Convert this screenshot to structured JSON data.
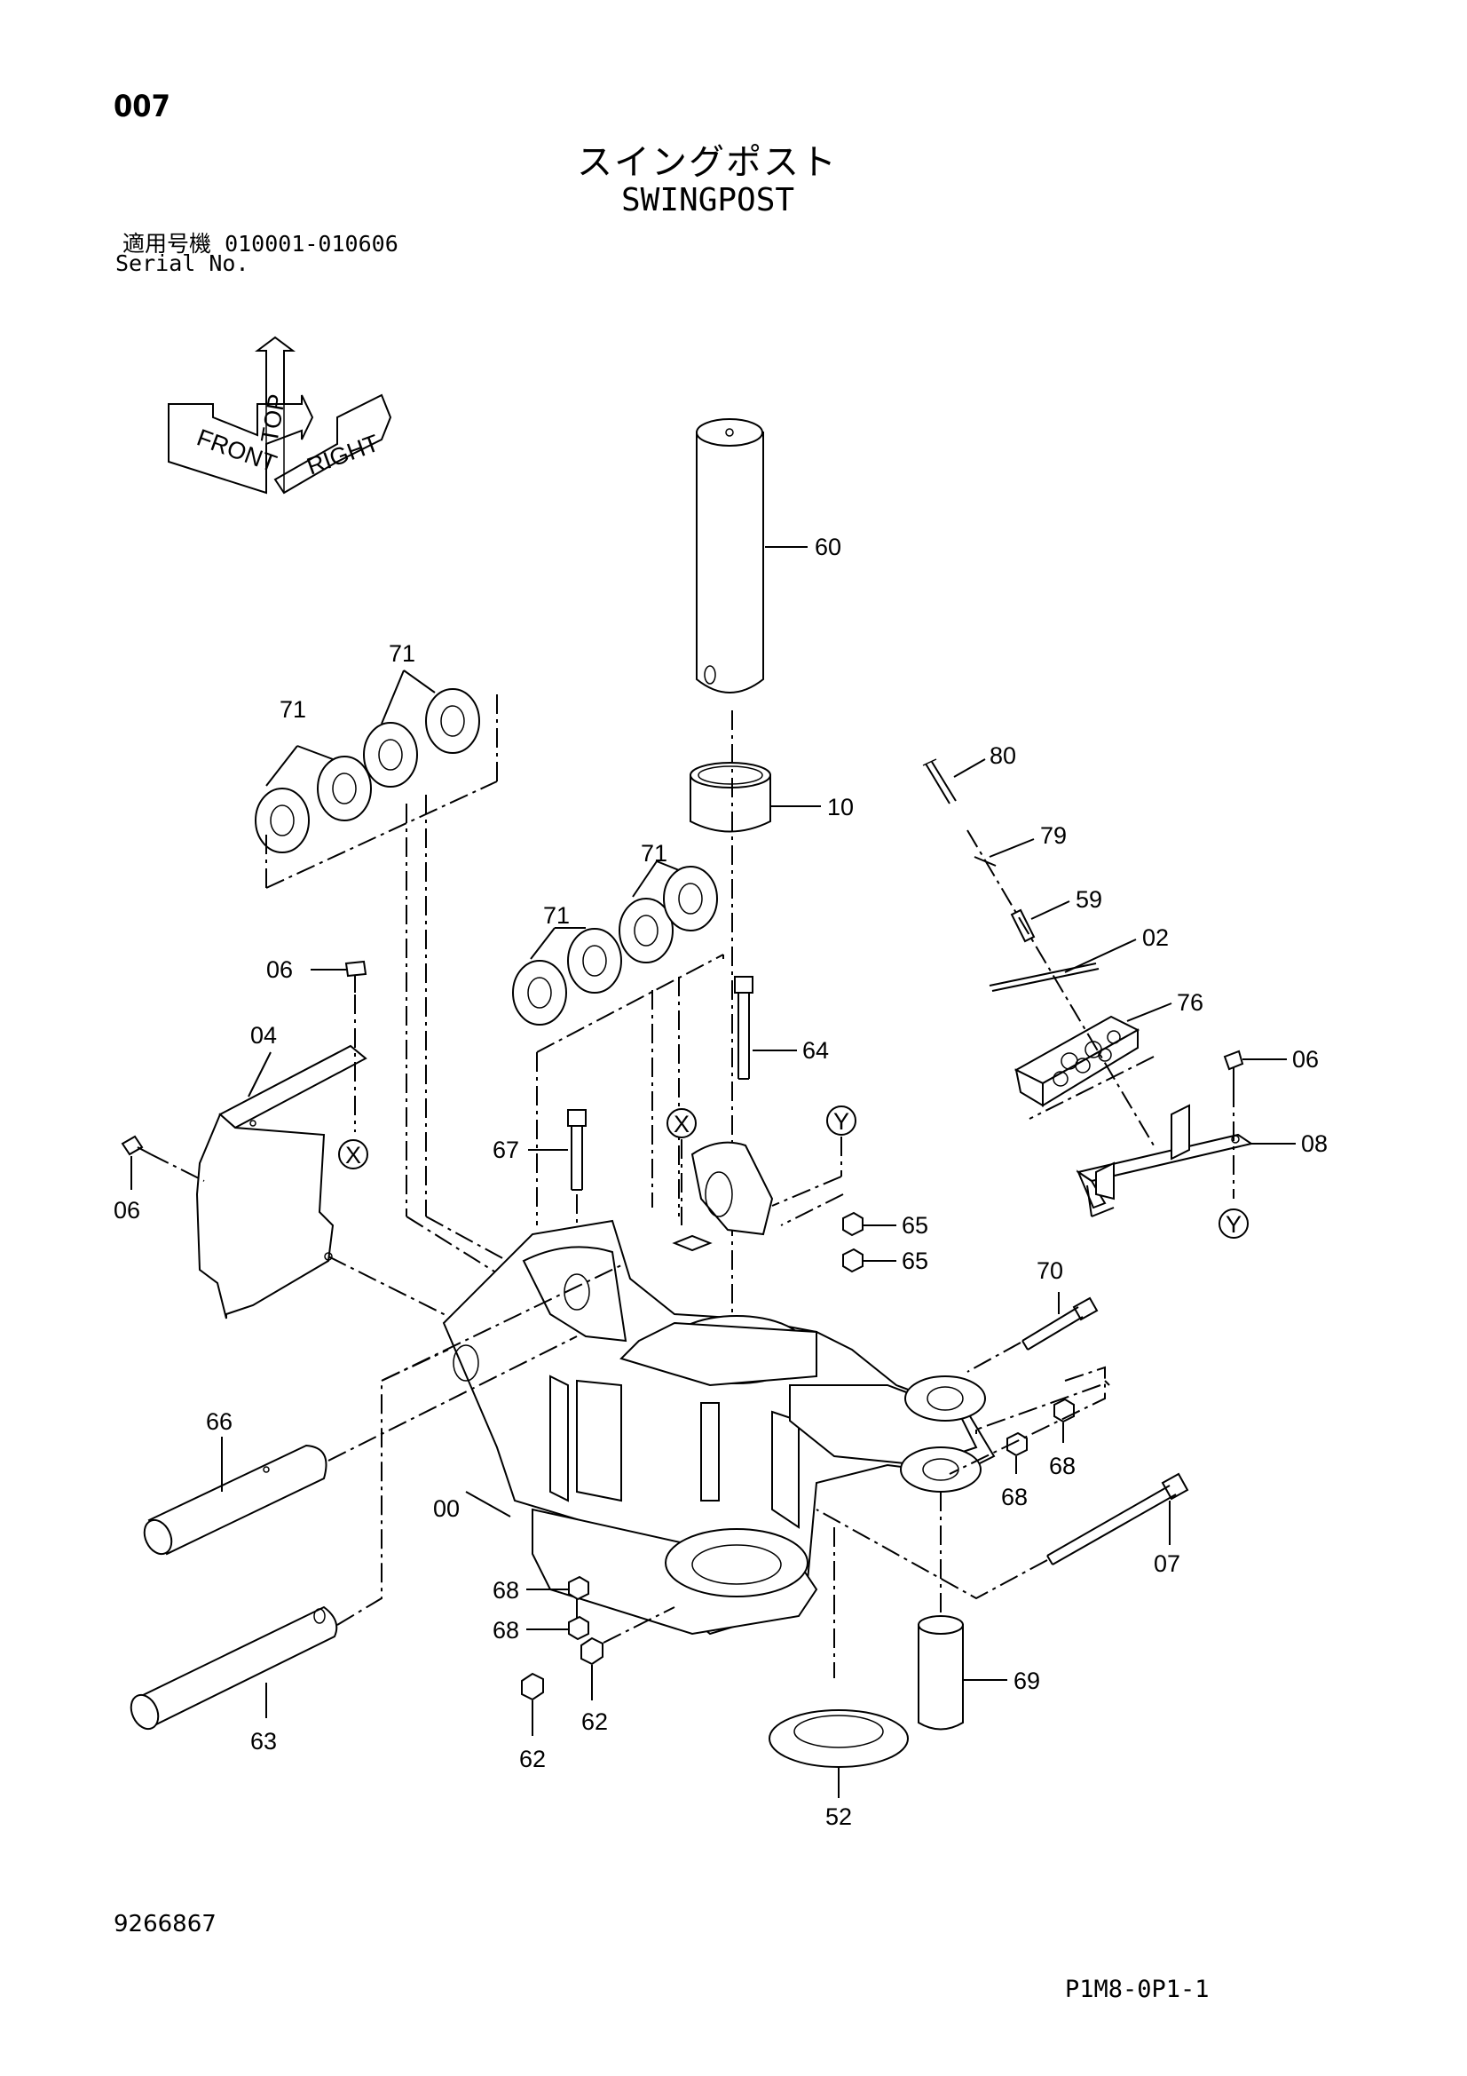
{
  "header": {
    "page_code": "007",
    "title_jp": "スイングポスト",
    "title_en": "SWINGPOST",
    "serial_label_jp": "適用号機",
    "serial_range": "010001-010606",
    "serial_label_en": "Serial No."
  },
  "orientation_marker": {
    "top": "TOP",
    "front": "FRONT",
    "right": "RIGHT"
  },
  "reference_markers": [
    "X",
    "Y"
  ],
  "callouts": {
    "c60": "60",
    "c10": "10",
    "c80": "80",
    "c79": "79",
    "c59": "59",
    "c02": "02",
    "c76": "76",
    "c06": "06",
    "c08": "08",
    "c71": "71",
    "c64": "64",
    "c04": "04",
    "c67": "67",
    "c65": "65",
    "c70": "70",
    "c66": "66",
    "c00": "00",
    "c68": "68",
    "c07": "07",
    "c62": "62",
    "c63": "63",
    "c69": "69",
    "c52": "52"
  },
  "footer": {
    "doc_number": "9266867",
    "sheet_code": "P1M8-0P1-1"
  }
}
